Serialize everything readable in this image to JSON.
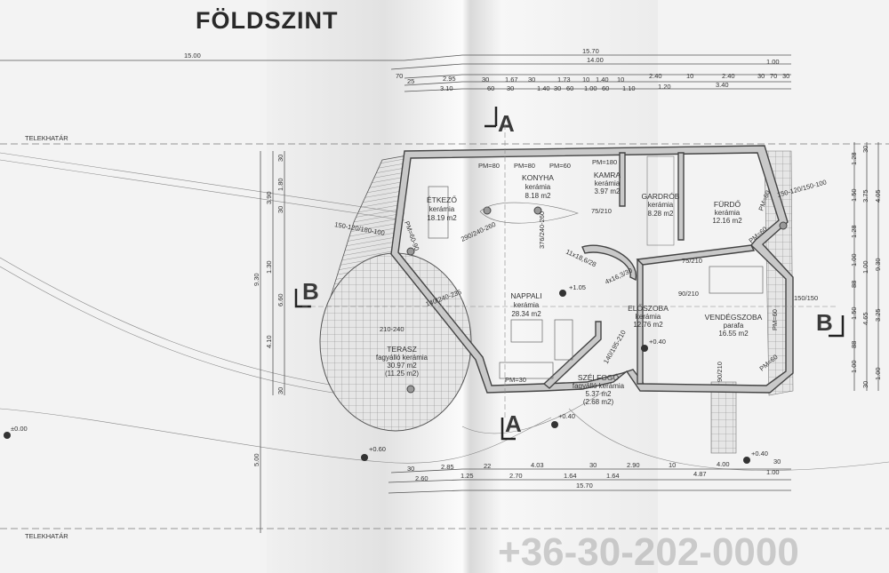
{
  "title": "FÖLDSZINT",
  "plot_boundary_label": "TELEKHATÁR",
  "watermark": "+36-30-202-0000",
  "sections": {
    "a": "A",
    "b": "B"
  },
  "rooms": [
    {
      "name": "ÉTKEZŐ",
      "finish": "kerámia",
      "area": "18.19 m2"
    },
    {
      "name": "KONYHA",
      "finish": "kerámia",
      "area": "8.18 m2"
    },
    {
      "name": "KAMRA",
      "finish": "kerámia",
      "area": "3.97 m2"
    },
    {
      "name": "GARDRÓB",
      "finish": "kerámia",
      "area": "8.28 m2"
    },
    {
      "name": "FÜRDŐ",
      "finish": "kerámia",
      "area": "12.16 m2"
    },
    {
      "name": "NAPPALI",
      "finish": "kerámia",
      "area": "28.34 m2"
    },
    {
      "name": "ELŐSZOBA",
      "finish": "kerámia",
      "area": "12.76 m2"
    },
    {
      "name": "VENDÉGSZOBA",
      "finish": "parafa",
      "area": "16.55 m2"
    },
    {
      "name": "TERASZ",
      "finish": "fagyálló kerámia",
      "area": "30.97 m2",
      "area2": "(11.25 m2)"
    },
    {
      "name": "SZÉLFOGÓ",
      "finish": "fagyálló kerámia",
      "area": "5.37 m2",
      "area2": "(2.68 m2)"
    }
  ],
  "elevations": [
    "±0.00",
    "+0.60",
    "+1.05",
    "+0.40",
    "+0.40",
    "+0.40"
  ],
  "openings": [
    "PM=80",
    "PM=80",
    "PM=60",
    "PM=180",
    "PM=60-90",
    "PM=60",
    "PM=60",
    "PM=60",
    "PM=30",
    "PM=60",
    "75/210",
    "75/210",
    "90/210",
    "90/210",
    "290/240-260",
    "376/240-260",
    "140/240-235",
    "150-120/180-100",
    "150-120/150-100",
    "11x18,6/28",
    "4x16,3/30",
    "140/195-210",
    "150/150",
    "210-240"
  ],
  "dims_top": {
    "overall_left": "15.00",
    "row1": [
      "15.70"
    ],
    "row2": [
      "70",
      "14.00",
      "1.00"
    ],
    "row3": [
      "25",
      "2.95",
      "30",
      "1.67",
      "30",
      "1.73",
      "10",
      "1.40",
      "10",
      "2.40",
      "10",
      "2.40",
      "30",
      "70",
      "30"
    ],
    "row4": [
      "3.10",
      "60",
      "30",
      "1.40",
      "30",
      "60",
      "1.00",
      "60",
      "1.10",
      "1.20",
      "3.40"
    ]
  },
  "dims_bottom": {
    "row1": [
      "30",
      "2.85",
      "22",
      "4.03",
      "30",
      "2.90",
      "10",
      "4.00",
      "30"
    ],
    "row2": [
      "2.60",
      "1.25",
      "2.70",
      "1.64",
      "1.64",
      "4.87",
      "1.00"
    ],
    "row3": [
      "15.70"
    ]
  },
  "dims_left": [
    "30",
    "1.80",
    "30",
    "3.90",
    "1.30",
    "9.30",
    "6.60",
    "4.10",
    "30",
    "5.00"
  ],
  "dims_right": [
    "30",
    "1.28",
    "1.50",
    "1.28",
    "1.00",
    "88",
    "1.50",
    "88",
    "1.00",
    "30",
    "3.75",
    "4.05",
    "1.00",
    "9.30",
    "4.65",
    "3.25",
    "1.00"
  ]
}
